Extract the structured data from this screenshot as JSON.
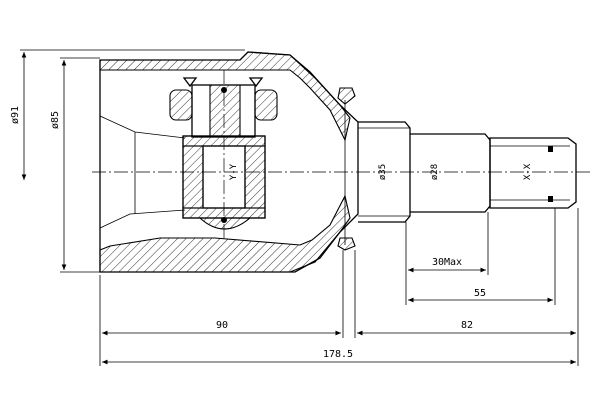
{
  "drawing": {
    "dimensions": {
      "outer_diameter": "ø91",
      "inner_diameter": "ø85",
      "shaft_diameter_35": "ø35",
      "shaft_diameter_28": "ø28",
      "spline_length_max": "30Max",
      "length_55": "55",
      "length_90": "90",
      "length_82": "82",
      "total_length": "178.5"
    },
    "section_labels": {
      "section_y": "Y-Y",
      "section_x": "X-X"
    }
  }
}
